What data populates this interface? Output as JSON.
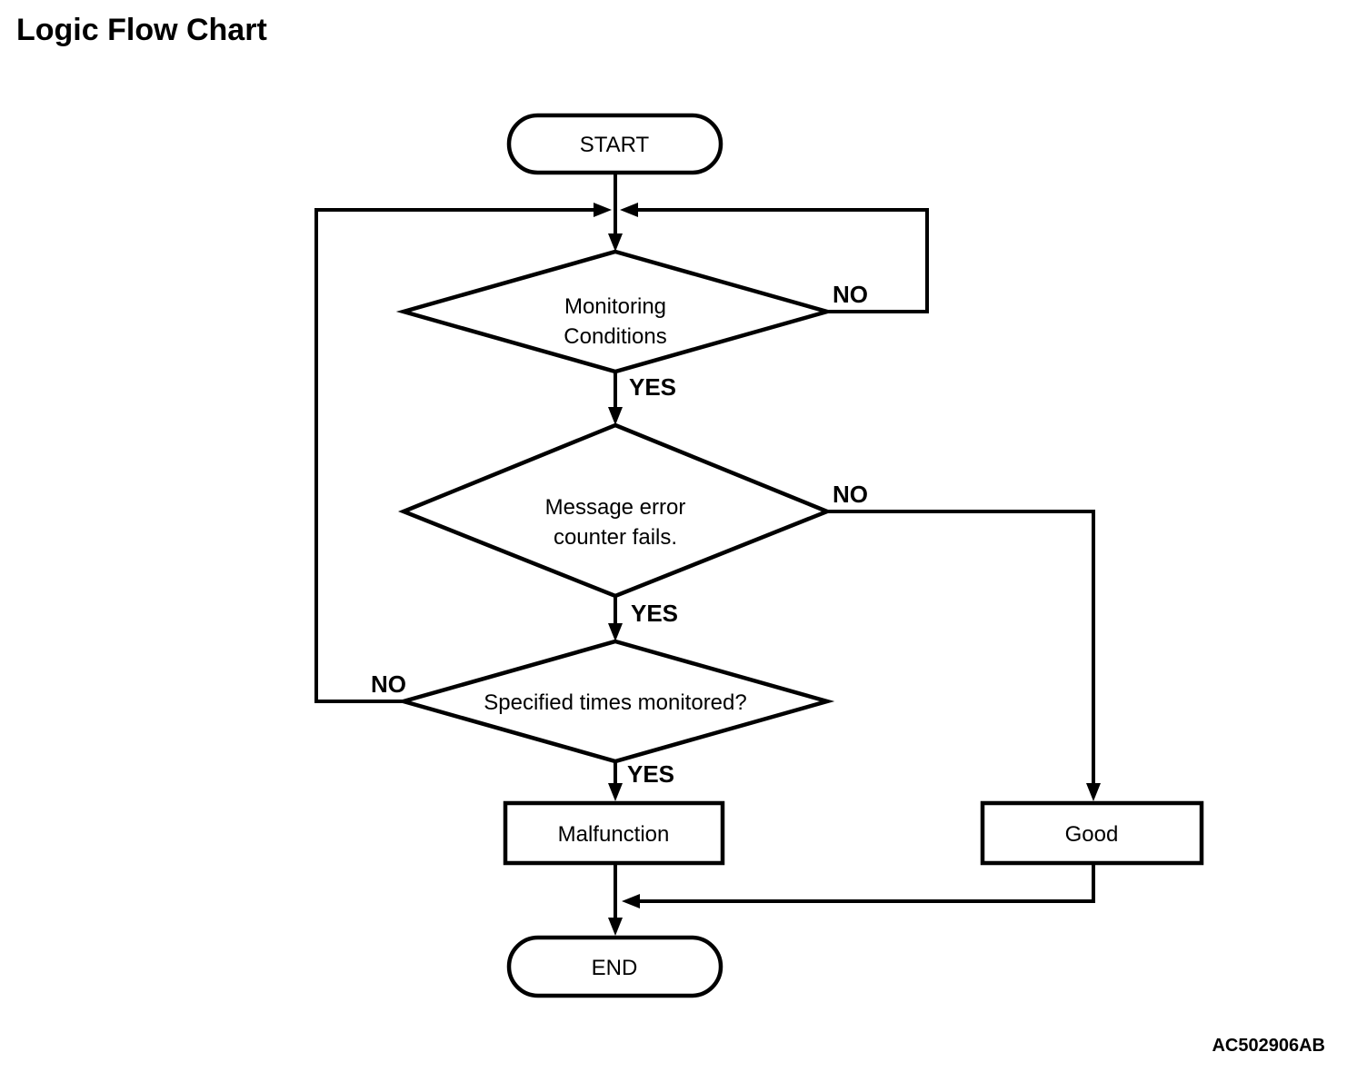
{
  "page": {
    "title": "Logic Flow Chart",
    "figure_code": "AC502906AB",
    "colors": {
      "ink": "#000000",
      "background": "#ffffff"
    }
  },
  "flowchart": {
    "nodes": {
      "start": {
        "shape": "terminator",
        "label": "START"
      },
      "monitoring_conditions": {
        "shape": "decision",
        "lines": [
          "Monitoring",
          "Conditions"
        ]
      },
      "message_error": {
        "shape": "decision",
        "lines": [
          "Message error",
          "counter fails."
        ]
      },
      "specified_times": {
        "shape": "decision",
        "label": "Specified times monitored?"
      },
      "malfunction": {
        "shape": "process",
        "label": "Malfunction"
      },
      "good": {
        "shape": "process",
        "label": "Good"
      },
      "end": {
        "shape": "terminator",
        "label": "END"
      }
    },
    "edges": [
      {
        "from": "start",
        "to": "monitoring_conditions",
        "label": ""
      },
      {
        "from": "monitoring_conditions",
        "to": "message_error",
        "label": "YES"
      },
      {
        "from": "monitoring_conditions",
        "to": "start_junction",
        "label": "NO"
      },
      {
        "from": "message_error",
        "to": "specified_times",
        "label": "YES"
      },
      {
        "from": "message_error",
        "to": "good",
        "label": "NO"
      },
      {
        "from": "specified_times",
        "to": "malfunction",
        "label": "YES"
      },
      {
        "from": "specified_times",
        "to": "start_junction",
        "label": "NO"
      },
      {
        "from": "malfunction",
        "to": "end",
        "label": ""
      },
      {
        "from": "good",
        "to": "end",
        "label": ""
      }
    ]
  }
}
